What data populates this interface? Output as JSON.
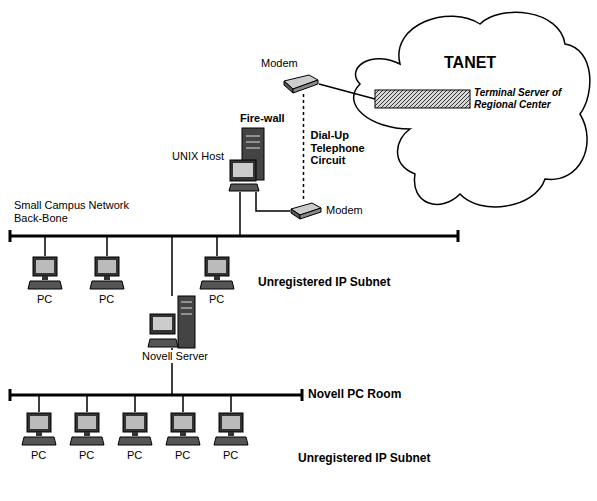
{
  "diagram": {
    "nodes": [
      {
        "text": [
          "TANET"
        ]
      },
      {
        "text": [
          "Terminal Server of Regional Center"
        ],
        "in": 0
      },
      {
        "text": [
          "Modem"
        ]
      },
      {
        "text": [
          "Fire-wall",
          "UNIX Host"
        ]
      },
      {
        "text": [
          "Modem"
        ]
      },
      {
        "text": [
          "PC"
        ]
      },
      {
        "text": [
          "PC"
        ]
      },
      {
        "text": [
          "PC"
        ]
      },
      {
        "text": [
          "Novell Server"
        ]
      },
      {
        "text": [
          "PC"
        ]
      },
      {
        "text": [
          "PC"
        ]
      },
      {
        "text": [
          "PC"
        ]
      },
      {
        "text": [
          "PC"
        ]
      },
      {
        "text": [
          "PC"
        ]
      }
    ],
    "edges": [
      {
        "from": 2,
        "to": 1,
        "arrow": "none"
      },
      {
        "from": 2,
        "to": 4,
        "arrow": "none",
        "label": "Dial-Up Telephone Circuit"
      },
      {
        "from": 4,
        "to": 3,
        "arrow": "none"
      }
    ],
    "labels": [
      "Small Campus Network Back-Bone",
      "Unregistered IP Subnet",
      "Novell PC Room",
      "Unregistered IP Subnet"
    ]
  }
}
